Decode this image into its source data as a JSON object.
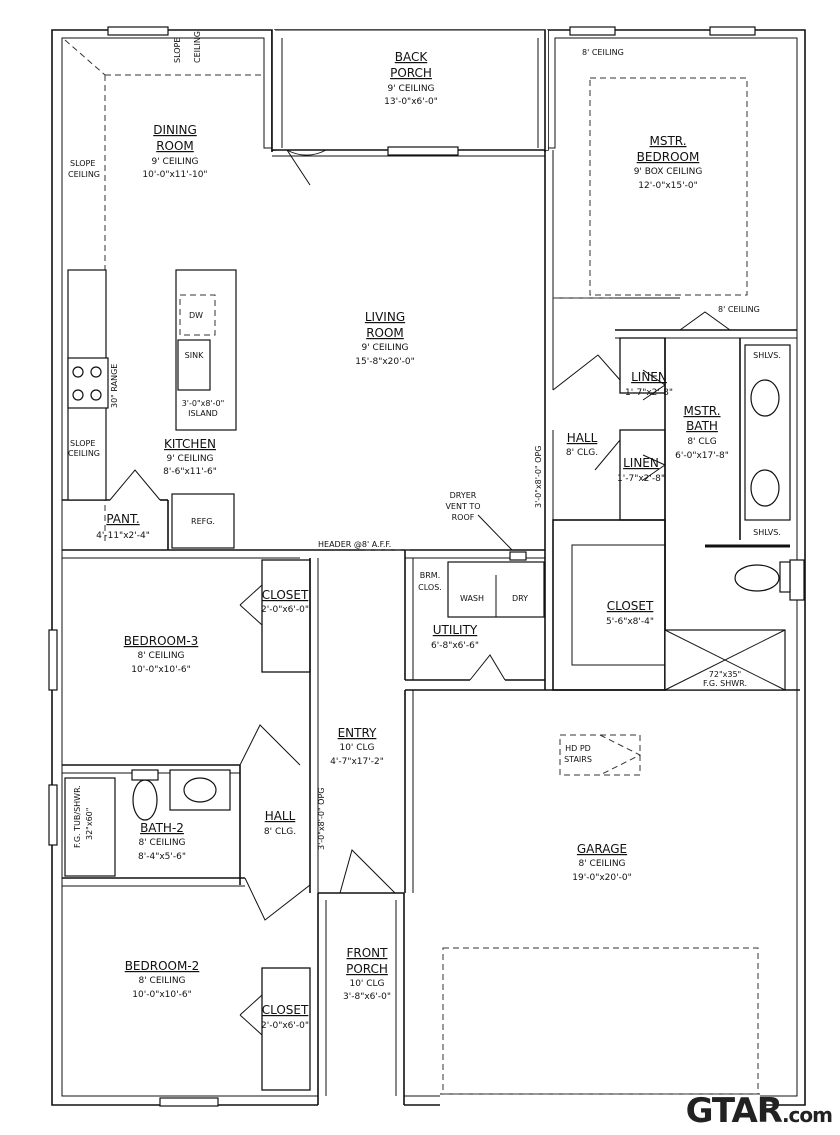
{
  "rooms": {
    "back_porch": {
      "name_1": "BACK",
      "name_2": "PORCH",
      "ceiling": "9' CEILING",
      "size": "13'-0\"x6'-0\""
    },
    "dining": {
      "name_1": "DINING",
      "name_2": "ROOM",
      "ceiling": "9' CEILING",
      "size": "10'-0\"x11'-10\""
    },
    "master_bedroom": {
      "name_1": "MSTR.",
      "name_2": "BEDROOM",
      "ceiling": "9' BOX CEILING",
      "size": "12'-0\"x15'-0\"",
      "note_top": "8' CEILING",
      "note_bottom": "8' CEILING"
    },
    "living": {
      "name_1": "LIVING",
      "name_2": "ROOM",
      "ceiling": "9' CEILING",
      "size": "15'-8\"x20'-0\""
    },
    "kitchen": {
      "name": "KITCHEN",
      "ceiling": "9' CEILING",
      "size": "8'-6\"x11'-6\""
    },
    "pantry": {
      "name": "PANT.",
      "size": "4'-11\"x2'-4\""
    },
    "linen_1": {
      "name": "LINEN",
      "size": "1'-7\"x2'-8\""
    },
    "linen_2": {
      "name": "LINEN",
      "size": "1'-7\"x2'-8\""
    },
    "hall_1": {
      "name": "HALL",
      "ceiling": "8' CLG."
    },
    "master_bath": {
      "name_1": "MSTR.",
      "name_2": "BATH",
      "ceiling": "8' CLG",
      "size": "6'-0\"x17'-8\""
    },
    "bedroom_3": {
      "name": "BEDROOM-3",
      "ceiling": "8' CEILING",
      "size": "10'-0\"x10'-6\""
    },
    "closet_3": {
      "name": "CLOSET",
      "size": "2'-0\"x6'-0\""
    },
    "utility": {
      "name": "UTILITY",
      "size": "6'-8\"x6'-6\""
    },
    "master_closet": {
      "name": "CLOSET",
      "size": "5'-6\"x8'-4\""
    },
    "entry": {
      "name": "ENTRY",
      "ceiling": "10' CLG",
      "size": "4'-7\"x17'-2\""
    },
    "bath_2": {
      "name": "BATH-2",
      "ceiling": "8' CEILING",
      "size": "8'-4\"x5'-6\""
    },
    "hall_2": {
      "name": "HALL",
      "ceiling": "8' CLG."
    },
    "garage": {
      "name": "GARAGE",
      "ceiling": "8' CEILING",
      "size": "19'-0\"x20'-0\""
    },
    "front_porch": {
      "name_1": "FRONT",
      "name_2": "PORCH",
      "ceiling": "10' CLG",
      "size": "3'-8\"x6'-0\""
    },
    "bedroom_2": {
      "name": "BEDROOM-2",
      "ceiling": "8' CEILING",
      "size": "10'-0\"x10'-6\""
    },
    "closet_2": {
      "name": "CLOSET",
      "size": "2'-0\"x6'-0\""
    }
  },
  "labels": {
    "slope_ceiling_1": "SLOPE",
    "slope_ceiling_2": "CEILING",
    "dw": "DW",
    "sink": "SINK",
    "island_1": "3'-0\"x8'-0\"",
    "island_2": "ISLAND",
    "range": "30\" RANGE",
    "refg": "REFG.",
    "header": "HEADER @8' A.F.F.",
    "dryer_vent_1": "DRYER",
    "dryer_vent_2": "VENT TO",
    "dryer_vent_3": "ROOF",
    "opg": "3'-0\"x8'-0\" OPG",
    "brm_clos_1": "BRM.",
    "brm_clos_2": "CLOS.",
    "wash": "WASH",
    "dry": "DRY",
    "shlvs": "SHLVS.",
    "shower_1": "72\"x35\"",
    "shower_2": "F.G. SHWR.",
    "tub_1": "F.G. TUB/SHWR.",
    "tub_2": "32\"x60\"",
    "stairs_1": "HD PD",
    "stairs_2": "STAIRS"
  },
  "logo": {
    "text": "GTAR",
    "domain": ".com"
  }
}
